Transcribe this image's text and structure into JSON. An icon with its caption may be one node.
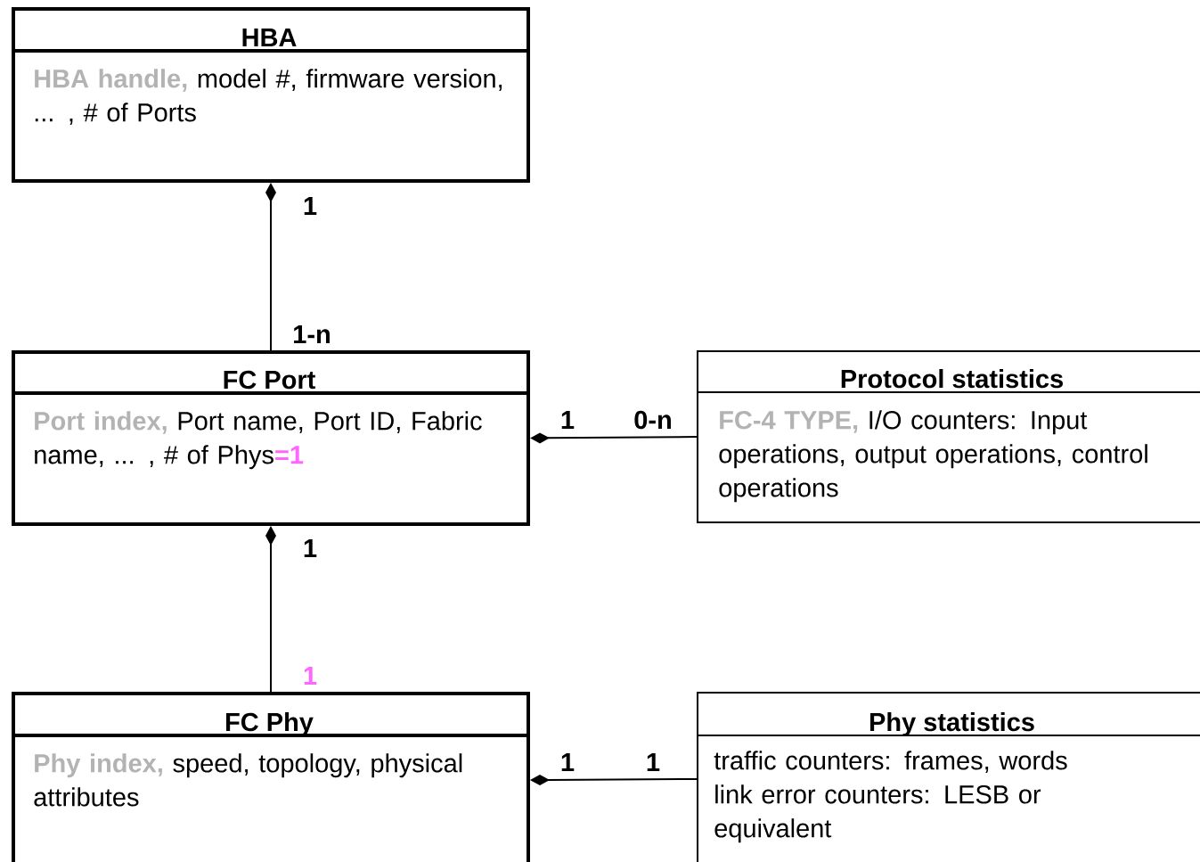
{
  "diagram": {
    "nodes": [
      {
        "text": [
          "HBA",
          "HBA handle,",
          "model #, firmware version, ... , # of Ports"
        ]
      },
      {
        "text": [
          "FC Port",
          "Port index,",
          "Port name, Port ID, Fabric name, ... , # of Phys",
          "=1"
        ]
      },
      {
        "text": [
          "Protocol statistics",
          "FC-4 TYPE,",
          "I/O counters: Input operations, output operations, control operations"
        ]
      },
      {
        "text": [
          "FC Phy",
          "Phy index,",
          "speed, topology, physical attributes"
        ]
      },
      {
        "text": [
          "Phy statistics",
          "traffic counters: frames, words",
          "link error counters: LESB or equivalent"
        ]
      }
    ],
    "edges": [
      {
        "from": 0,
        "to": 1,
        "arrow": "other"
      },
      {
        "from": 1,
        "to": 2,
        "arrow": "other"
      },
      {
        "from": 1,
        "to": 3,
        "arrow": "other"
      },
      {
        "from": 3,
        "to": 4,
        "arrow": "other"
      }
    ],
    "labels": [
      "1",
      "1-n",
      "1",
      "0-n",
      "1",
      "1",
      "1",
      "1"
    ]
  }
}
